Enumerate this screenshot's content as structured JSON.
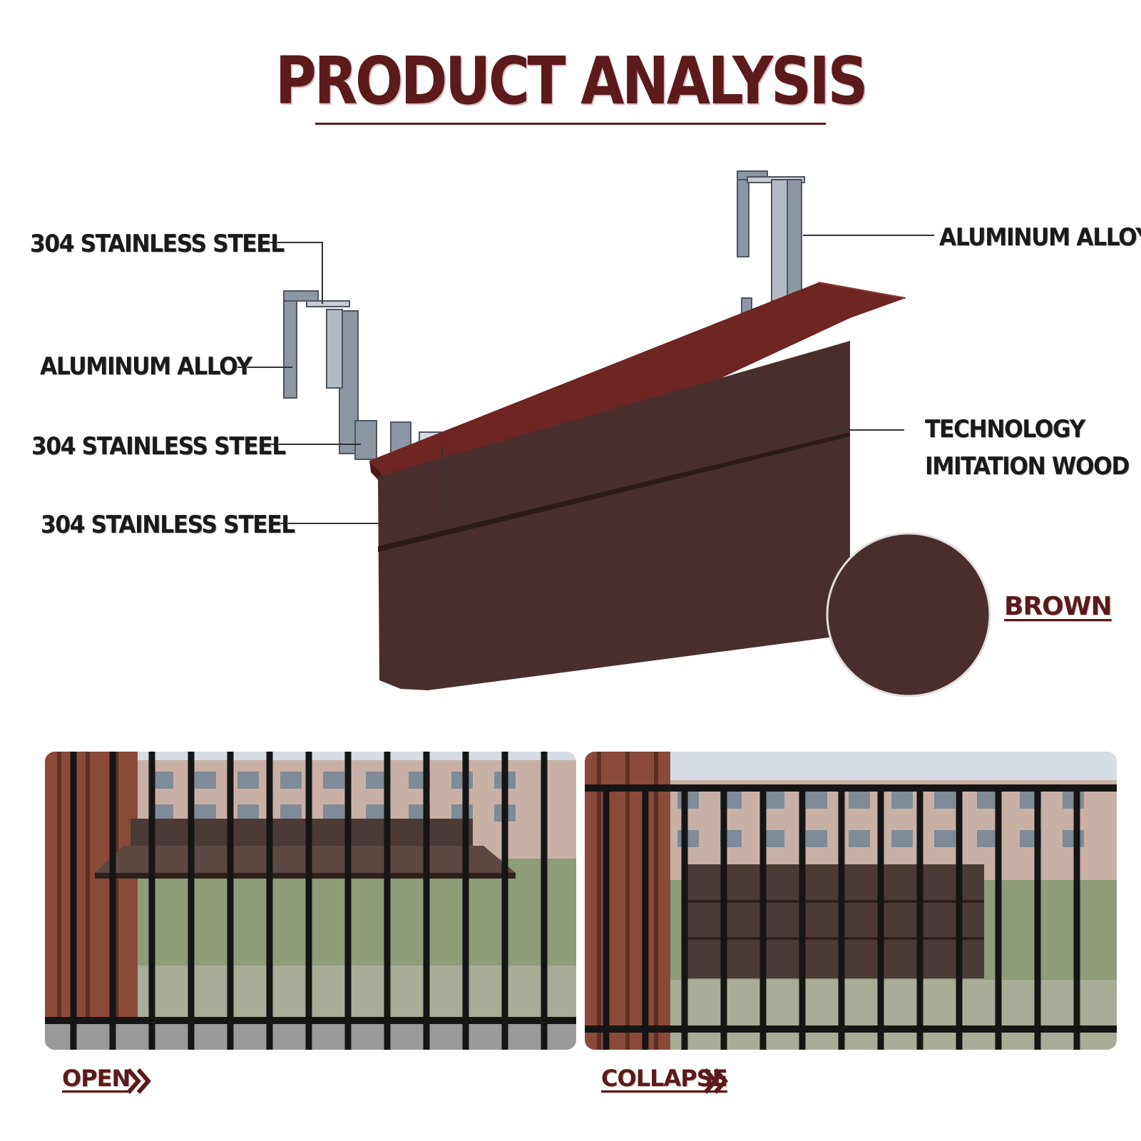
{
  "title": "PRODUCT ANALYSIS",
  "labels": {
    "left_top": "304 STAINLESS STEEL",
    "left_alloy": "ALUMINUM ALLOY",
    "left_mid": "304 STAINLESS STEEL",
    "left_bottom": "304 STAINLESS STEEL",
    "right_alloy": "ALUMINUM ALLOY",
    "right_wood_line1": "TECHNOLOGY",
    "right_wood_line2": "IMITATION WOOD"
  },
  "swatch": {
    "label": "BROWN",
    "color": "#4a2e2e"
  },
  "photos": [
    {
      "caption": "OPEN",
      "icon": "chevron-right-icon"
    },
    {
      "caption": "COLLAPSE",
      "icon": "chevron-right-icon"
    }
  ],
  "colors": {
    "accent": "#5c1a1a",
    "table": "#5a2a28",
    "table_top": "#6e2622",
    "bracket": "#8d96a3"
  }
}
